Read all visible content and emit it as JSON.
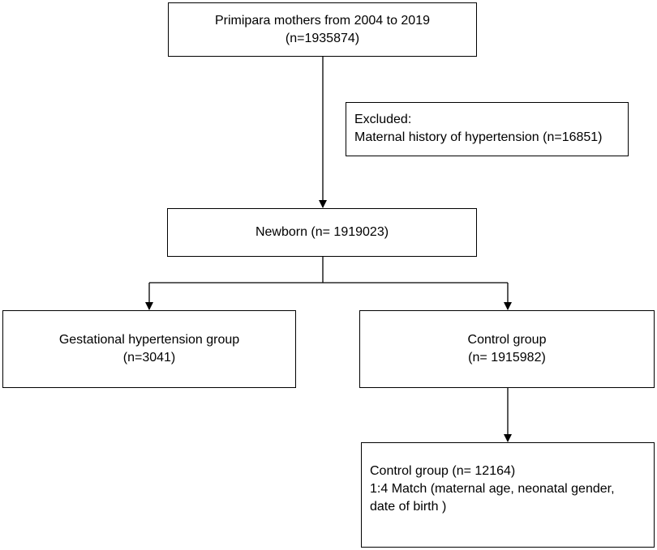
{
  "boxes": {
    "primipara": {
      "line1": "Primipara mothers from 2004 to 2019",
      "line2": "(n=1935874)"
    },
    "excluded": {
      "line1": "Excluded:",
      "line2": "Maternal history of hypertension (n=16851)"
    },
    "newborn": {
      "line1": "Newborn (n= 1919023)"
    },
    "gestational": {
      "line1": "Gestational hypertension group",
      "line2": "(n=3041)"
    },
    "control": {
      "line1": "Control group",
      "line2": "(n= 1915982)"
    },
    "control_matched": {
      "line1": "Control group (n= 12164)",
      "line2": "1:4 Match (maternal age, neonatal gender,",
      "line3": "date of birth )"
    }
  }
}
